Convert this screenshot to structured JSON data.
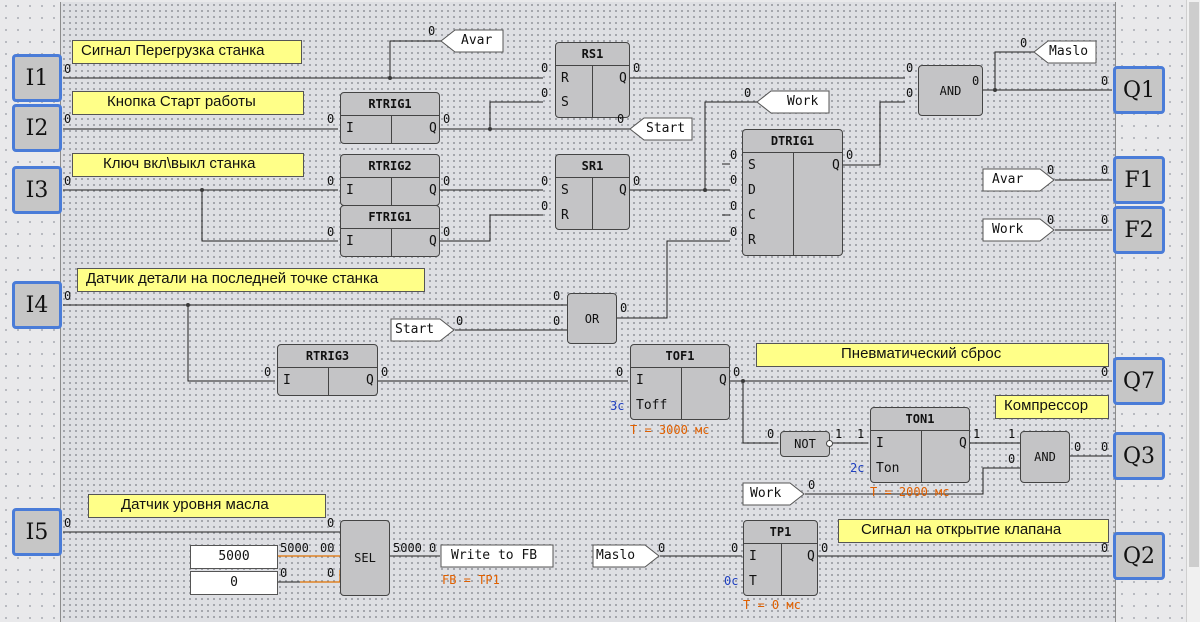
{
  "terminals": {
    "I1": "I1",
    "I2": "I2",
    "I3": "I3",
    "I4": "I4",
    "I5": "I5",
    "Q1": "Q1",
    "Q2": "Q2",
    "Q3": "Q3",
    "Q7": "Q7",
    "F1": "F1",
    "F2": "F2"
  },
  "comments": {
    "overload": "Сигнал  Перегрузка станка",
    "start_button": "Кнопка Старт работы",
    "key_switch": "Ключ  вкл\\выкл  станка",
    "part_sensor": "Датчик детали на последней точке станка",
    "pneumatic": "Пневматический  сброс",
    "compressor": "Компрессор",
    "oil_level": "Датчик  уровня  масла",
    "valve": "Сигнал на открытие клапана"
  },
  "blocks": {
    "rs1": {
      "name": "RS1",
      "in1": "R",
      "in2": "S",
      "out": "Q"
    },
    "rtrig1": {
      "name": "RTRIG1",
      "in": "I",
      "out": "Q"
    },
    "rtrig2": {
      "name": "RTRIG2",
      "in": "I",
      "out": "Q"
    },
    "ftrig1": {
      "name": "FTRIG1",
      "in": "I",
      "out": "Q"
    },
    "sr1": {
      "name": "SR1",
      "in1": "S",
      "in2": "R",
      "out": "Q"
    },
    "dtrig1": {
      "name": "DTRIG1",
      "in1": "S",
      "in2": "D",
      "in3": "C",
      "in4": "R",
      "out": "Q"
    },
    "rtrig3": {
      "name": "RTRIG3",
      "in": "I",
      "out": "Q"
    },
    "tof1": {
      "name": "TOF1",
      "in1": "I",
      "in2": "Toff",
      "out": "Q",
      "param": "3c",
      "note": "T = 3000 мс"
    },
    "ton1": {
      "name": "TON1",
      "in1": "I",
      "in2": "Ton",
      "out": "Q",
      "param": "2c",
      "note": "T = 2000 мс"
    },
    "tp1": {
      "name": "TP1",
      "in1": "I",
      "in2": "T",
      "out": "Q",
      "param": "0c",
      "note": "T = 0 мс"
    }
  },
  "gates": {
    "and1": "AND",
    "or1": "OR",
    "not1": "NOT",
    "and2": "AND",
    "sel": "SEL"
  },
  "tags": {
    "avar_out": "Avar",
    "start_out": "Start",
    "work_out": "Work",
    "maslo_out": "Maslo",
    "avar_in": "Avar",
    "work_in_f2": "Work",
    "start_in": "Start",
    "work_in_and": "Work",
    "maslo_in": "Maslo",
    "write_fb": "Write to FB",
    "fb_note": "FB = TP1"
  },
  "constants": {
    "c5000": "5000",
    "c0": "0"
  },
  "values": {
    "i1": "0",
    "i2": "0",
    "i3": "0",
    "i4": "0",
    "i5": "0",
    "avar": "0",
    "rs1_r": "0",
    "rs1_s": "0",
    "rs1_q": "0",
    "start": "0",
    "rtrig1_i": "0",
    "rtrig1_q": "0",
    "rtrig2_i": "0",
    "rtrig2_q": "0",
    "ftrig1_i": "0",
    "ftrig1_q": "0",
    "sr1_s": "0",
    "sr1_r": "0",
    "sr1_q": "0",
    "work": "0",
    "dt_s": "0",
    "dt_d": "0",
    "dt_c": "0",
    "dt_r": "0",
    "dt_q": "0",
    "and_a": "0",
    "and_b": "0",
    "and_q": "0",
    "maslo": "0",
    "q1": "0",
    "f1_in": "0",
    "f1": "0",
    "f2_in": "0",
    "f2": "0",
    "or_a": "0",
    "or_b": "0",
    "or_q": "0",
    "start_in": "0",
    "rtrig3_i": "0",
    "rtrig3_q": "0",
    "tof_i": "0",
    "tof_q": "0",
    "q7": "0",
    "not_in": "0",
    "not_out": "1",
    "ton_i": "1",
    "ton_q": "1",
    "and2_a": "1",
    "and2_b": "0",
    "and2_q": "0",
    "q3": "0",
    "work_and": "0",
    "sel_a": "0",
    "sel_b": "0",
    "sel_in0": "5000",
    "sel_in0b": "00",
    "sel_in1": "0",
    "sel_out": "5000",
    "sel_out2": "0",
    "maslo_in": "0",
    "tp_i": "0",
    "tp_q": "0",
    "q2": "0"
  }
}
